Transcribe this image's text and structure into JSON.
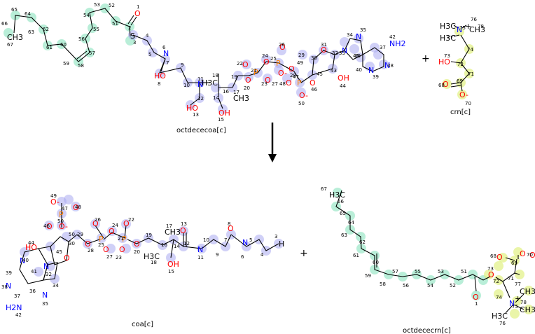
{
  "molecules": {
    "octdececoa": {
      "name": "octdececoa[c]"
    },
    "crn": {
      "name": "crn[c]"
    },
    "coa": {
      "name": "coa[c]"
    },
    "octdececrn": {
      "name": "octdececrn[c]"
    }
  },
  "operators": {
    "plus": "+"
  },
  "colors": {
    "green_highlight": "#7fe0b8",
    "blue_highlight": "#aaaaf0",
    "yellow_highlight": "#dff07a",
    "oxygen": "#ff0000",
    "nitrogen": "#0000ff",
    "phosphorus": "#ff8000"
  },
  "atoms": {
    "ch3": "CH3",
    "o": "O",
    "n": "N",
    "p": "P",
    "oh": "OH",
    "ho": "HO",
    "h": "H",
    "nh2": "NH2",
    "h2n": "H2N",
    "h3c": "H3C",
    "o_minus": "O-",
    "s": "S",
    "plus_sign": "+"
  },
  "indices": {
    "n1": "1",
    "n2": "2",
    "n3": "3",
    "n4": "4",
    "n5": "5",
    "n6": "6",
    "n7": "7",
    "n8": "8",
    "n9": "9",
    "n10": "10",
    "n11": "11",
    "n12": "12",
    "n13": "13",
    "n14": "14",
    "n15": "15",
    "n16": "16",
    "n17": "17",
    "n18": "18",
    "n19": "19",
    "n20": "20",
    "n21": "21",
    "n22": "22",
    "n23": "23",
    "n24": "24",
    "n25": "25",
    "n26": "26",
    "n27": "27",
    "n28": "28",
    "n29": "29",
    "n30": "30",
    "n31": "31",
    "n32": "32",
    "n33": "33",
    "n34": "34",
    "n35": "35",
    "n36": "36",
    "n37": "37",
    "n38": "38",
    "n39": "39",
    "n40": "40",
    "n41": "41",
    "n42": "42",
    "n43": "43",
    "n44": "44",
    "n45": "45",
    "n46": "46",
    "n47": "47",
    "n48": "48",
    "n49": "49",
    "n50": "50",
    "n51": "51",
    "n52": "52",
    "n53": "53",
    "n54": "54",
    "n55": "55",
    "n56": "56",
    "n57": "57",
    "n58": "58",
    "n59": "59",
    "n60": "60",
    "n61": "61",
    "n62": "62",
    "n63": "63",
    "n64": "64",
    "n65": "65",
    "n66": "66",
    "n67": "67",
    "n68": "68",
    "n69": "69",
    "n70": "70",
    "n71": "71",
    "n72": "72",
    "n73": "73",
    "n74": "74",
    "n75": "75",
    "n76": "76",
    "n77": "77",
    "n78": "78"
  }
}
